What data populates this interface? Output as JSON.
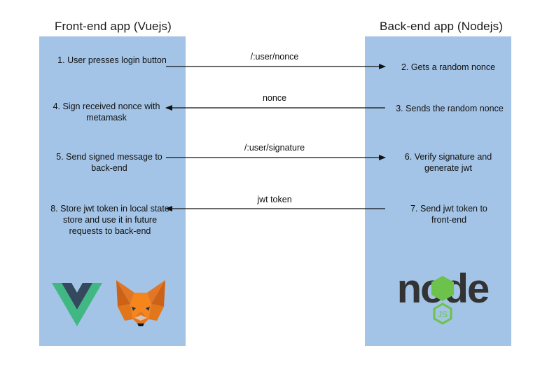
{
  "frontend": {
    "title": "Front-end app (Vuejs)",
    "steps": [
      "1. User presses login button",
      "4. Sign received nonce with metamask",
      "5. Send signed message to back-end",
      "8. Store jwt token in local state store and use it in future requests to back-end"
    ]
  },
  "backend": {
    "title": "Back-end app (Nodejs)",
    "steps": [
      "2. Gets a random nonce",
      "3. Sends the random nonce",
      "6. Verify signature and generate jwt",
      "7. Send jwt token to front-end"
    ]
  },
  "arrows": [
    {
      "label": "/:user/nonce",
      "direction": "right"
    },
    {
      "label": "nonce",
      "direction": "left"
    },
    {
      "label": "/:user/signature",
      "direction": "right"
    },
    {
      "label": "jwt token",
      "direction": "left"
    }
  ],
  "logos": {
    "frontend": [
      "vue-logo",
      "metamask-fox-logo"
    ],
    "backend": [
      "nodejs-logo"
    ],
    "node_wordmark": "node",
    "js_badge": "JS"
  },
  "colors": {
    "panel": "#a3c4e6",
    "vue_green": "#41b883",
    "vue_dark": "#35495e",
    "fox_orange": "#e2761b",
    "node_dark": "#333333",
    "node_green": "#6cc24a"
  }
}
